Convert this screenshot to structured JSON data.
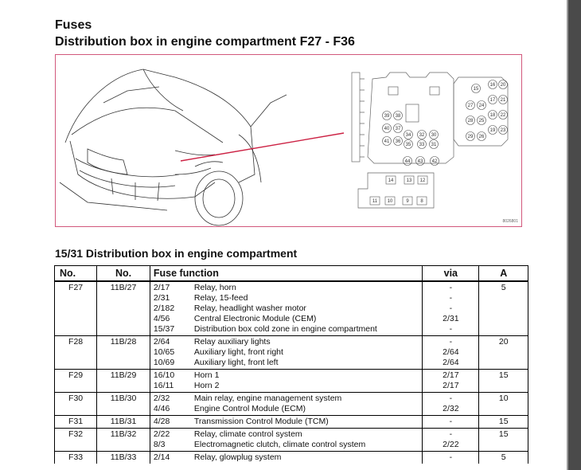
{
  "header": {
    "title": "Fuses",
    "subtitle": "Distribution box in engine compartment F27 - F36"
  },
  "figure": {
    "code": "8026801",
    "fuse_labels": [
      "15",
      "16",
      "20",
      "21",
      "17",
      "22",
      "18",
      "23",
      "19",
      "24",
      "25",
      "26",
      "27",
      "28",
      "29",
      "30",
      "31",
      "32",
      "33",
      "34",
      "35",
      "36",
      "37",
      "38",
      "39",
      "40",
      "41",
      "42",
      "43",
      "44",
      "14",
      "13",
      "12",
      "11",
      "10",
      "9",
      "8"
    ]
  },
  "section": {
    "heading": "15/31 Distribution box in engine compartment"
  },
  "table": {
    "headers": {
      "no": "No.",
      "no2": "No.",
      "function": "Fuse function",
      "via": "via",
      "a": "A"
    },
    "rows": [
      {
        "no": "F27",
        "no2": "11B/27",
        "a": "5",
        "lines": [
          {
            "code": "2/17",
            "text": "Relay, horn",
            "via": "-"
          },
          {
            "code": "2/31",
            "text": "Relay, 15-feed",
            "via": "-"
          },
          {
            "code": "2/182",
            "text": "Relay, headlight washer motor",
            "via": "-"
          },
          {
            "code": "4/56",
            "text": "Central Electronic Module (CEM)",
            "via": "2/31"
          },
          {
            "code": "15/37",
            "text": "Distribution box cold zone in engine compartment",
            "via": "-"
          }
        ]
      },
      {
        "no": "F28",
        "no2": "11B/28",
        "a": "20",
        "lines": [
          {
            "code": "2/64",
            "text": "Relay auxiliary lights",
            "via": "-"
          },
          {
            "code": "10/65",
            "text": "Auxiliary light, front right",
            "via": "2/64"
          },
          {
            "code": "10/69",
            "text": "Auxiliary light, front left",
            "via": "2/64"
          }
        ]
      },
      {
        "no": "F29",
        "no2": "11B/29",
        "a": "15",
        "lines": [
          {
            "code": "16/10",
            "text": "Horn 1",
            "via": "2/17"
          },
          {
            "code": "16/11",
            "text": "Horn 2",
            "via": "2/17"
          }
        ]
      },
      {
        "no": "F30",
        "no2": "11B/30",
        "a": "10",
        "lines": [
          {
            "code": "2/32",
            "text": "Main relay, engine management system",
            "via": "-"
          },
          {
            "code": "4/46",
            "text": "Engine Control Module (ECM)",
            "via": "2/32"
          }
        ]
      },
      {
        "no": "F31",
        "no2": "11B/31",
        "a": "15",
        "lines": [
          {
            "code": "4/28",
            "text": "Transmission Control Module (TCM)",
            "via": "-"
          }
        ]
      },
      {
        "no": "F32",
        "no2": "11B/32",
        "a": "15",
        "lines": [
          {
            "code": "2/22",
            "text": "Relay, climate control system",
            "via": "-"
          },
          {
            "code": "8/3",
            "text": "Electromagnetic clutch, climate control system",
            "via": "2/22"
          }
        ]
      },
      {
        "no": "F33",
        "no2": "11B/33",
        "a": "5",
        "lines": [
          {
            "code": "2/14",
            "text": "Relay, glowplug system",
            "via": "-"
          }
        ]
      }
    ]
  }
}
